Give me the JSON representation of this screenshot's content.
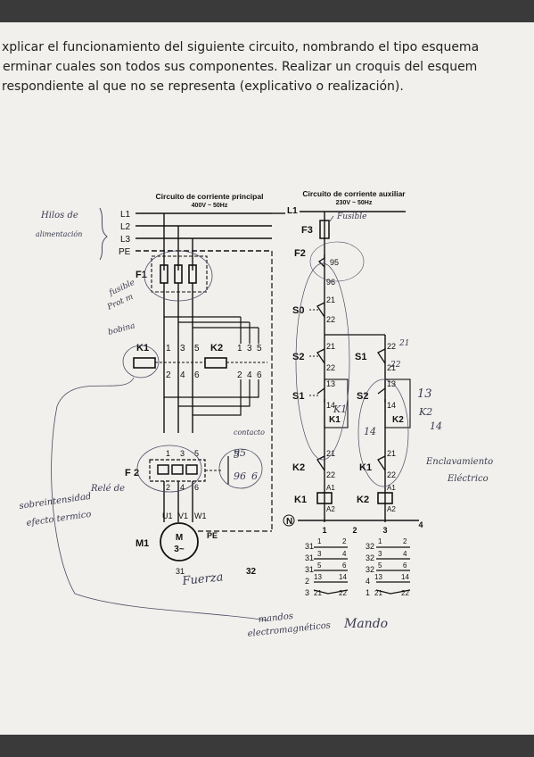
{
  "prompt": {
    "line1": "xplicar el funcionamiento del siguiente circuito, nombrando el tipo  esquema",
    "line2": "erminar cuales son todos sus componentes. Realizar un croquis del esquem",
    "line3": "respondiente al que no se representa (explicativo o realización)."
  },
  "main_circuit": {
    "title": "Circuito de corriente principal",
    "subtitle": "400V ~ 50Hz",
    "lines": [
      "L1",
      "L2",
      "L3",
      "PE"
    ],
    "fuse": "F1",
    "contactor_k1": "K1",
    "contactor_k2": "K2",
    "k_top_terms": [
      "1",
      "3",
      "5"
    ],
    "k_bot_terms": [
      "2",
      "4",
      "6"
    ],
    "relay": "F",
    "relay_num": "2",
    "relay_terms_top": [
      "1",
      "3",
      "5"
    ],
    "relay_terms_bot": [
      "2",
      "4",
      "6"
    ],
    "motor_terms": [
      "U1",
      "V1",
      "W1"
    ],
    "motor_label": "M1",
    "motor_M": "M",
    "motor_phase": "3~",
    "motor_pe": "PE",
    "num_31": "31",
    "num_32": "32"
  },
  "aux_circuit": {
    "title": "Circuito de corriente auxiliar",
    "subtitle": "230V ~ 50Hz",
    "l1": "L1",
    "n": "N",
    "f3": "F3",
    "f2": "F2",
    "t95": "95",
    "t96": "96",
    "s0": "S0",
    "t21": "21",
    "t22": "22",
    "s2": "S2",
    "s1": "S1",
    "t13": "13",
    "t14": "14",
    "k1": "K1",
    "k2": "K2",
    "a1": "A1",
    "a2": "A2",
    "bottom_nums": [
      "1",
      "2",
      "3",
      "4"
    ],
    "contact_table_k1": [
      {
        "a": "31",
        "b": "1",
        "c": "2"
      },
      {
        "a": "31",
        "b": "3",
        "c": "4"
      },
      {
        "a": "31",
        "b": "5",
        "c": "6"
      },
      {
        "a": "2",
        "b": "13",
        "c": "14"
      },
      {
        "a": "3",
        "b": "21",
        "c": "22"
      }
    ],
    "contact_table_k2": [
      {
        "a": "32",
        "b": "1",
        "c": "2"
      },
      {
        "a": "32",
        "b": "3",
        "c": "4"
      },
      {
        "a": "32",
        "b": "5",
        "c": "6"
      },
      {
        "a": "4",
        "b": "13",
        "c": "14"
      },
      {
        "a": "1",
        "b": "21",
        "c": "22"
      }
    ]
  },
  "handwriting": {
    "hilos": "Hilos de",
    "alimentacion": "alimentación",
    "fusible_prot1": "fusible",
    "fusible_prot2": "Prot m",
    "bobina": "bobina",
    "fusible": "Fusible",
    "rele1": "Relé de",
    "rele2": "sobreintensidad",
    "rele3": "efecto termico",
    "contacto": "contacto",
    "c95": "95",
    "c96": "96",
    "fuerza": "Fuerza",
    "mandos1": "mandos",
    "mandos2": "electromagnéticos",
    "mando": "Mando",
    "enclav1": "Enclavamiento",
    "enclav2": "Eléctrico",
    "h13": "13",
    "h14": "14",
    "h14b": "14",
    "h21": "21",
    "h22": "22",
    "h_k1": "K1",
    "h_k2": "K2",
    "h_5": "5",
    "h_6": "6"
  }
}
